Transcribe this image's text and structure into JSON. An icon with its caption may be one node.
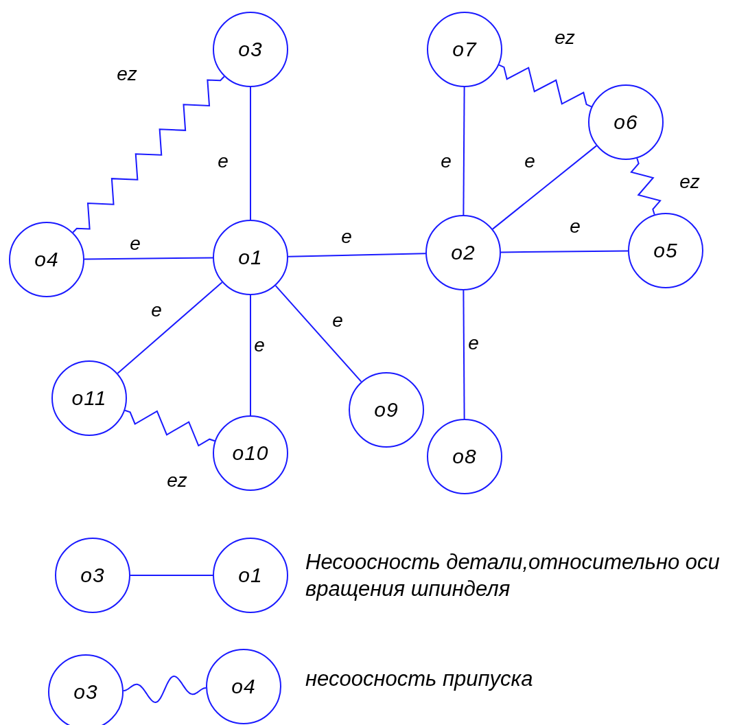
{
  "diagram": {
    "nodes": [
      {
        "text": [
          "o3"
        ]
      },
      {
        "text": [
          "o7"
        ]
      },
      {
        "text": [
          "o6"
        ]
      },
      {
        "text": [
          "o4"
        ]
      },
      {
        "text": [
          "o1"
        ]
      },
      {
        "text": [
          "o2"
        ]
      },
      {
        "text": [
          "o5"
        ]
      },
      {
        "text": [
          "o11"
        ]
      },
      {
        "text": [
          "o9"
        ]
      },
      {
        "text": [
          "o10"
        ]
      },
      {
        "text": [
          "o8"
        ]
      },
      {
        "text": [
          "o3"
        ]
      },
      {
        "text": [
          "o1"
        ]
      },
      {
        "text": [
          "o3"
        ]
      },
      {
        "text": [
          "o4"
        ]
      }
    ],
    "edges": [
      {
        "from": 4,
        "to": 0,
        "arrow": "none",
        "label": "e"
      },
      {
        "from": 3,
        "to": 4,
        "arrow": "none",
        "label": "e"
      },
      {
        "from": 4,
        "to": 5,
        "arrow": "none",
        "label": "e"
      },
      {
        "from": 4,
        "to": 7,
        "arrow": "none",
        "label": "e"
      },
      {
        "from": 4,
        "to": 9,
        "arrow": "none",
        "label": "e"
      },
      {
        "from": 4,
        "to": 8,
        "arrow": "none",
        "label": "e"
      },
      {
        "from": 5,
        "to": 1,
        "arrow": "none",
        "label": "e"
      },
      {
        "from": 5,
        "to": 2,
        "arrow": "none",
        "label": "e"
      },
      {
        "from": 5,
        "to": 6,
        "arrow": "none",
        "label": "e"
      },
      {
        "from": 5,
        "to": 10,
        "arrow": "none",
        "label": "e"
      },
      {
        "from": 0,
        "to": 3,
        "arrow": "none",
        "label": "ez"
      },
      {
        "from": 1,
        "to": 2,
        "arrow": "none",
        "label": "ez"
      },
      {
        "from": 2,
        "to": 6,
        "arrow": "none",
        "label": "ez"
      },
      {
        "from": 7,
        "to": 9,
        "arrow": "none",
        "label": "ez"
      },
      {
        "from": 11,
        "to": 12,
        "arrow": "none"
      },
      {
        "from": 13,
        "to": 14,
        "arrow": "none"
      }
    ],
    "labels": [
      "Несоосность детали,относительно оси вращения шпинделя",
      "несоосность припуска"
    ]
  }
}
